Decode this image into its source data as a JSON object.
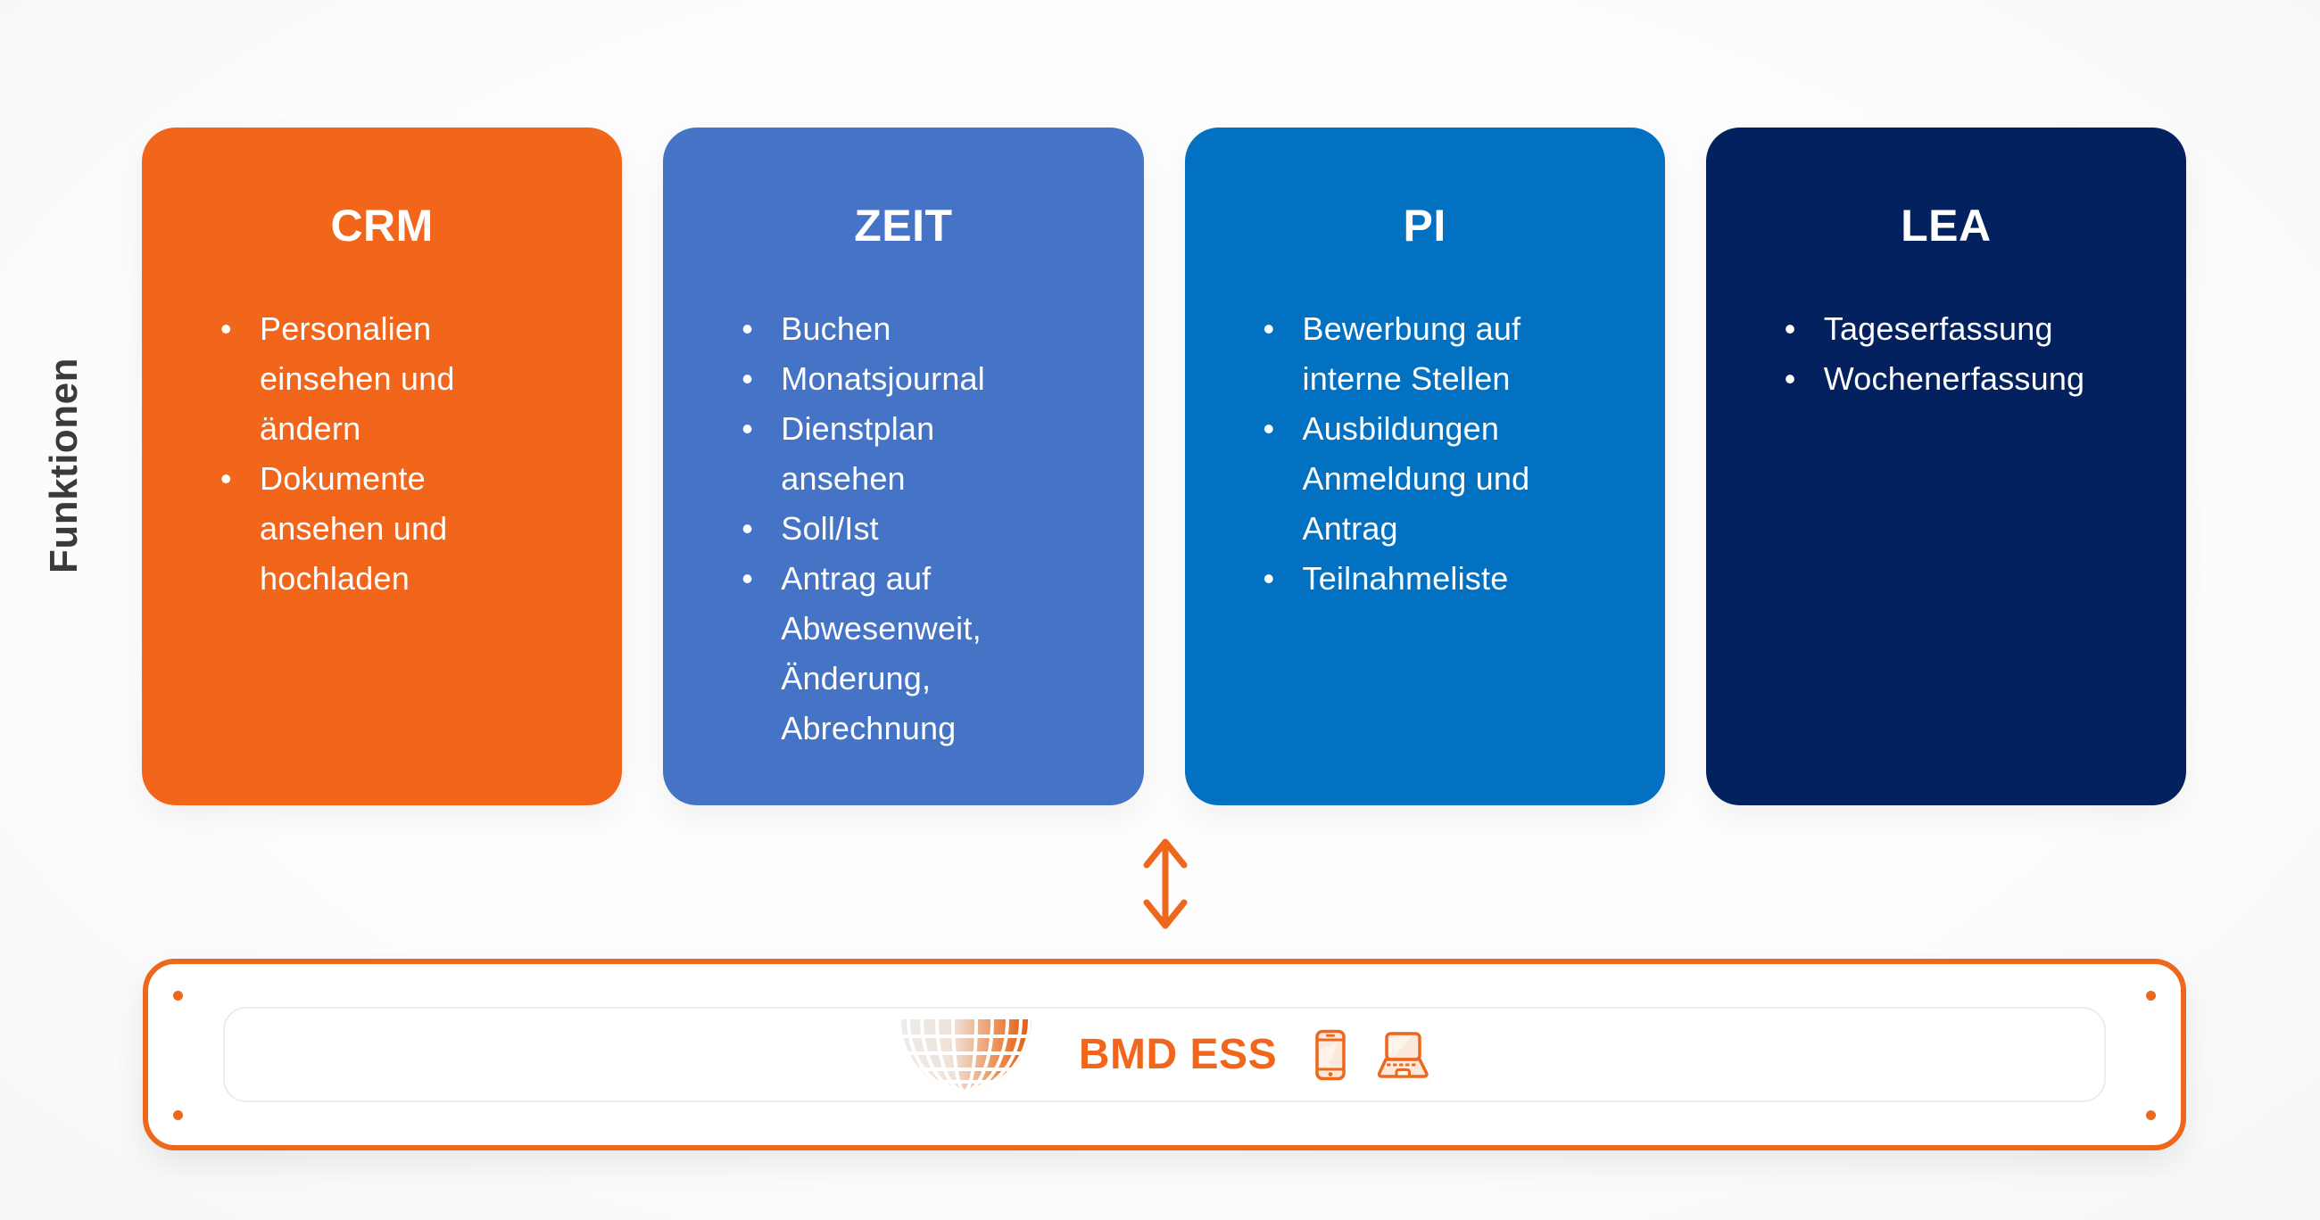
{
  "left_axis": {
    "label": "Funktionen"
  },
  "cards": [
    {
      "title": "CRM",
      "color": "#f2661c",
      "items": [
        "Personalien einsehen und ändern",
        "Dokumente ansehen und hochladen"
      ]
    },
    {
      "title": "ZEIT",
      "color": "#4573c6",
      "items": [
        "Buchen",
        "Monatsjournal",
        "Dienstplan ansehen",
        "Soll/Ist",
        "Antrag auf Abwesenweit, Änderung, Abrechnung"
      ]
    },
    {
      "title": "PI",
      "color": "#0371c2",
      "items": [
        "Bewerbung auf interne Stellen",
        "Ausbildungen Anmeldung und Antrag",
        "Teilnahmeliste"
      ]
    },
    {
      "title": "LEA",
      "color": "#03215f",
      "items": [
        "Tageserfassung",
        "Wochenerfassung"
      ]
    }
  ],
  "connector": {
    "type": "bidirectional-vertical-arrow",
    "color": "#ed671d"
  },
  "ess_panel": {
    "product_name": "BMD ESS",
    "logo": "bmd-globe-logo",
    "device_icons": [
      "smartphone-icon",
      "laptop-icon"
    ],
    "accent_color": "#ed671d"
  },
  "colors": {
    "background": "#fbfbfb",
    "card_crm": "#f2661c",
    "card_zeit": "#4573c6",
    "card_pi": "#0371c2",
    "card_lea": "#03215f",
    "accent_orange": "#ed671d",
    "label_gray": "#3a3a3a"
  }
}
